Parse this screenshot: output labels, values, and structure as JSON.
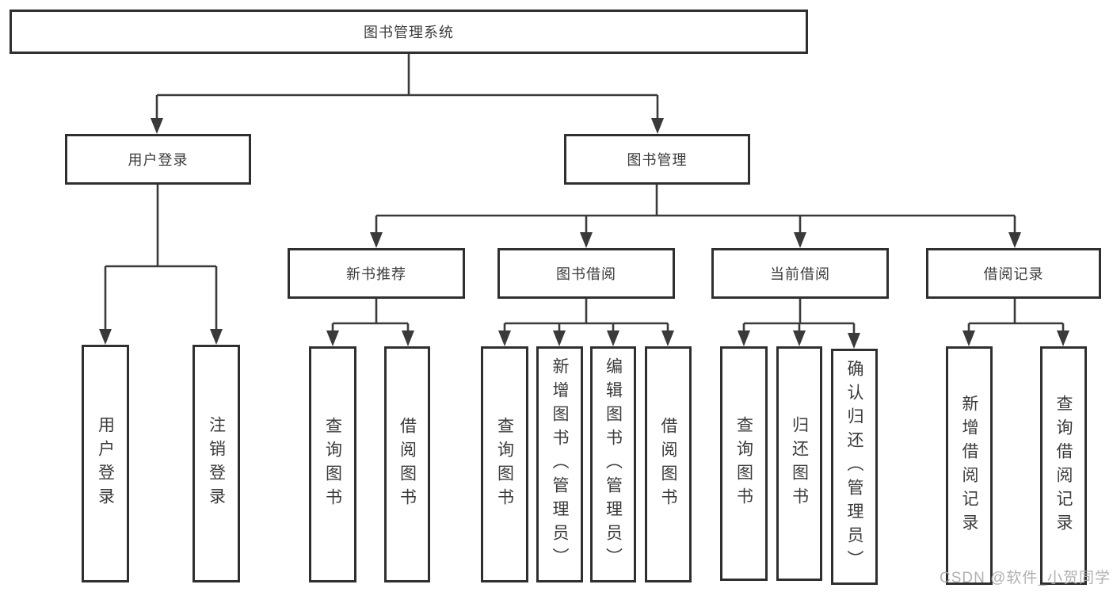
{
  "diagram": {
    "title": "图书管理系统",
    "type": "functional-structure-tree",
    "colors": {
      "line": "#3a3a3a",
      "box_border": "#2f2f2f",
      "box_fill": "#ffffff",
      "text": "#3b3b3b",
      "watermark": "#a9a9a9"
    }
  },
  "watermark": {
    "text": "CSDN @软件_小贺同学"
  },
  "nodes": {
    "root": "图书管理系统",
    "login_branch": "用户登录",
    "mgmt_branch": "图书管理",
    "new_rec": "新书推荐",
    "borrow": "图书借阅",
    "current": "当前借阅",
    "records": "借阅记录",
    "leaf_login": "用户登录",
    "leaf_logout": "注销登录",
    "rec_query": "查询图书",
    "rec_borrow": "借阅图书",
    "bor_query": "查询图书",
    "bor_add": "新增图书（管理员）",
    "bor_edit": "编辑图书（管理员）",
    "bor_borrow": "借阅图书",
    "cur_query": "查询图书",
    "cur_return": "归还图书",
    "cur_confirm": "确认归还（管理员）",
    "recd_add": "新增借阅记录",
    "recd_query": "查询借阅记录"
  },
  "tree": {
    "label": "图书管理系统",
    "children": [
      {
        "label": "用户登录",
        "children": [
          {
            "label": "用户登录"
          },
          {
            "label": "注销登录"
          }
        ]
      },
      {
        "label": "图书管理",
        "children": [
          {
            "label": "新书推荐",
            "children": [
              {
                "label": "查询图书"
              },
              {
                "label": "借阅图书"
              }
            ]
          },
          {
            "label": "图书借阅",
            "children": [
              {
                "label": "查询图书"
              },
              {
                "label": "新增图书（管理员）"
              },
              {
                "label": "编辑图书（管理员）"
              },
              {
                "label": "借阅图书"
              }
            ]
          },
          {
            "label": "当前借阅",
            "children": [
              {
                "label": "查询图书"
              },
              {
                "label": "归还图书"
              },
              {
                "label": "确认归还（管理员）"
              }
            ]
          },
          {
            "label": "借阅记录",
            "children": [
              {
                "label": "新增借阅记录"
              },
              {
                "label": "查询借阅记录"
              }
            ]
          }
        ]
      }
    ]
  }
}
